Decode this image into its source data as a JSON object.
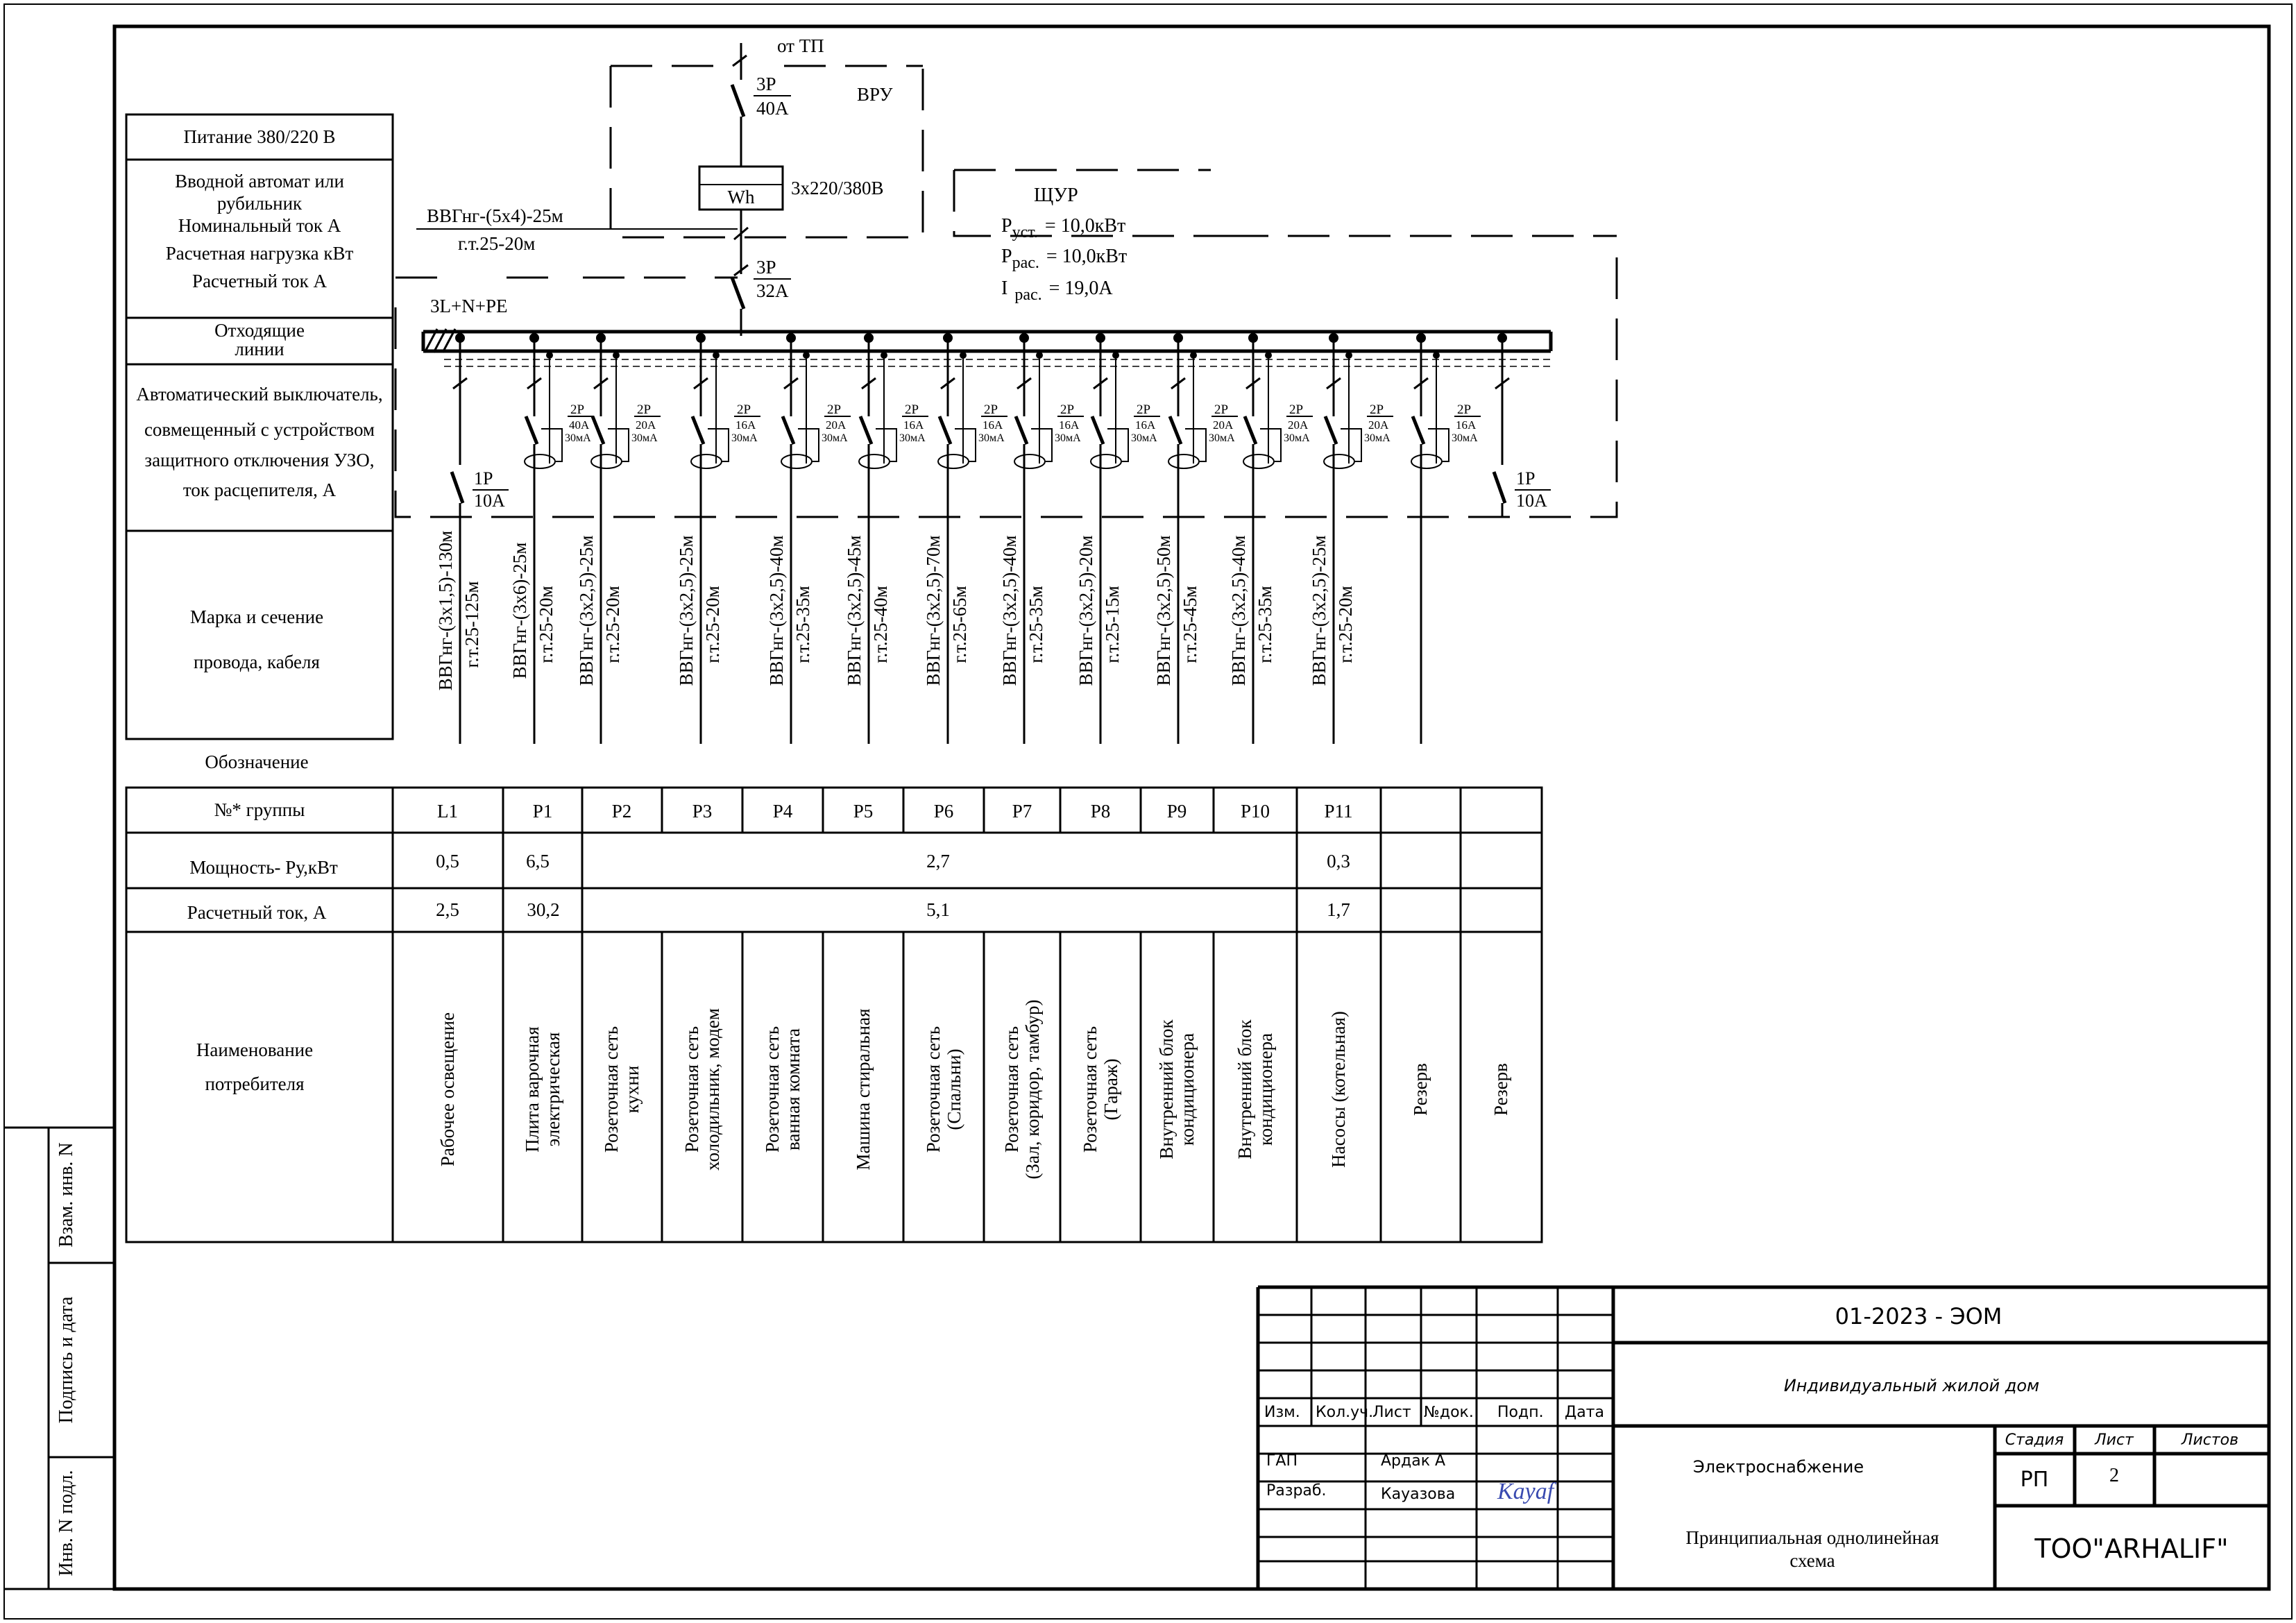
{
  "supply": {
    "from": "от ТП",
    "vru_label": "ВРУ",
    "main_breaker": {
      "poles": "3P",
      "rating": "40A"
    },
    "meter": {
      "label": "Wh",
      "rating": "3x220/380В"
    },
    "feed_cable": "ВВГнг-(5х4)-25м",
    "feed_cable_route": "г.т.25-20м",
    "input_breaker": {
      "poles": "3P",
      "rating": "32A"
    },
    "bus_label": "3L+N+PE"
  },
  "panel": {
    "name": "ЩУР",
    "p_inst_label": "P",
    "p_inst_sub": "уст.",
    "p_inst_value": "=  10,0кВт",
    "p_calc_label": "P",
    "p_calc_sub": "рас.",
    "p_calc_value": "=  10,0кВт",
    "i_calc_label": "I",
    "i_calc_sub": "рас.",
    "i_calc_value": "=  19,0А"
  },
  "left_table": {
    "row_power": "Питание  380/220 В",
    "row_input": [
      "Вводной автомат или",
      "рубильник",
      "Номинальный ток А",
      "Расчетная нагрузка кВт",
      "Расчетный ток А"
    ],
    "row_lines": [
      "Отходящие",
      "линии"
    ],
    "row_breaker": [
      "Автоматический выключатель,",
      "совмещенный с устройством",
      "защитного отключения УЗО,",
      "ток расцепителя,  А"
    ],
    "row_cable": [
      "Марка и сечение",
      "провода, кабеля"
    ],
    "row_designation": "Обозначение",
    "row_group": "№* группы",
    "row_power_kw": "Мощность- Ру,кВт",
    "row_current": "Расчетный ток, А",
    "row_consumer": [
      "Наименование",
      "потребителя"
    ]
  },
  "circuits": [
    {
      "group": "L1",
      "breaker_poles": "1P",
      "breaker_rating": "10A",
      "rcd": "",
      "cable": "ВВГнг-(3х1,5)-130м",
      "route": "г.т.25-125м",
      "consumer": [
        "Рабочее освещение"
      ]
    },
    {
      "group": "P1",
      "breaker_poles": "2P",
      "breaker_rating": "40A",
      "rcd": "30мА",
      "cable": "ВВГнг-(3х6)-25м",
      "route": "г.т.25-20м",
      "consumer": [
        "Плита варочная",
        "электрическая"
      ]
    },
    {
      "group": "P2",
      "breaker_poles": "2P",
      "breaker_rating": "20A",
      "rcd": "30мА",
      "cable": "ВВГнг-(3х2,5)-25м",
      "route": "г.т.25-20м",
      "consumer": [
        "Розеточная сеть",
        "кухни"
      ]
    },
    {
      "group": "P3",
      "breaker_poles": "2P",
      "breaker_rating": "16A",
      "rcd": "30мА",
      "cable": "ВВГнг-(3х2,5)-25м",
      "route": "г.т.25-20м",
      "consumer": [
        "Розеточная сеть",
        "холодильник, модем"
      ]
    },
    {
      "group": "P4",
      "breaker_poles": "2P",
      "breaker_rating": "20A",
      "rcd": "30мА",
      "cable": "ВВГнг-(3х2,5)-40м",
      "route": "г.т.25-35м",
      "consumer": [
        "Розеточная сеть",
        "ванная комната"
      ]
    },
    {
      "group": "P5",
      "breaker_poles": "2P",
      "breaker_rating": "16A",
      "rcd": "30мА",
      "cable": "ВВГнг-(3х2,5)-45м",
      "route": "г.т.25-40м",
      "consumer": [
        "Машина стиральная"
      ]
    },
    {
      "group": "P6",
      "breaker_poles": "2P",
      "breaker_rating": "16A",
      "rcd": "30мА",
      "cable": "ВВГнг-(3х2,5)-70м",
      "route": "г.т.25-65м",
      "consumer": [
        "Розеточная сеть",
        "(Спальни)"
      ]
    },
    {
      "group": "P7",
      "breaker_poles": "2P",
      "breaker_rating": "16A",
      "rcd": "30мА",
      "cable": "ВВГнг-(3х2,5)-40м",
      "route": "г.т.25-35м",
      "consumer": [
        "Розеточная сеть",
        "(Зал, коридор, тамбур)"
      ]
    },
    {
      "group": "P8",
      "breaker_poles": "2P",
      "breaker_rating": "16A",
      "rcd": "30мА",
      "cable": "ВВГнг-(3х2,5)-20м",
      "route": "г.т.25-15м",
      "consumer": [
        "Розеточная сеть",
        "(Гараж)"
      ]
    },
    {
      "group": "P9",
      "breaker_poles": "2P",
      "breaker_rating": "20A",
      "rcd": "30мА",
      "cable": "ВВГнг-(3х2,5)-50м",
      "route": "г.т.25-45м",
      "consumer": [
        "Внутренний блок",
        "кондиционера"
      ]
    },
    {
      "group": "P10",
      "breaker_poles": "2P",
      "breaker_rating": "20A",
      "rcd": "30мА",
      "cable": "ВВГнг-(3х2,5)-40м",
      "route": "г.т.25-35м",
      "consumer": [
        "Внутренний блок",
        "кондиционера"
      ]
    },
    {
      "group": "P11",
      "breaker_poles": "2P",
      "breaker_rating": "20A",
      "rcd": "30мА",
      "cable": "ВВГнг-(3х2,5)-25м",
      "route": "г.т.25-20м",
      "consumer": [
        "Насосы (котельная)"
      ]
    },
    {
      "group": "",
      "breaker_poles": "2P",
      "breaker_rating": "16A",
      "rcd": "30мА",
      "cable": "",
      "route": "",
      "consumer": [
        "Резерв"
      ]
    },
    {
      "group": "",
      "breaker_poles": "1P",
      "breaker_rating": "10A",
      "rcd": "",
      "cable": "",
      "route": "",
      "consumer": [
        "Резерв"
      ]
    }
  ],
  "power_values": {
    "l1": "0,5",
    "p1": "6,5",
    "p2_p10": "2,7",
    "p11": "0,3"
  },
  "current_values": {
    "l1": "2,5",
    "p1": "30,2",
    "p2_p10": "5,1",
    "p11": "1,7"
  },
  "side_stamps": [
    "Взам. инв. N",
    "Подпись и дата",
    "Инв. N подл."
  ],
  "title_block": {
    "code": "01-2023 - ЭОМ",
    "project": "Индивидуальный жилой дом",
    "headers": [
      "Изм.",
      "Кол.уч.",
      "Лист",
      "№док.",
      "Подп.",
      "Дата"
    ],
    "stage_headers": [
      "Стадия",
      "Лист",
      "Листов"
    ],
    "stage": "РП",
    "sheet": "2",
    "sheets": "",
    "role1": "ГАП",
    "name1": "Ардак А",
    "role2": "Разраб.",
    "name2": "Кауазова",
    "signature": "Kayaf",
    "section": "Электроснабжение",
    "drawing_title": [
      "Принципиальная однолинейная",
      "схема"
    ],
    "company": "ТОО\"ARHALIF\""
  }
}
